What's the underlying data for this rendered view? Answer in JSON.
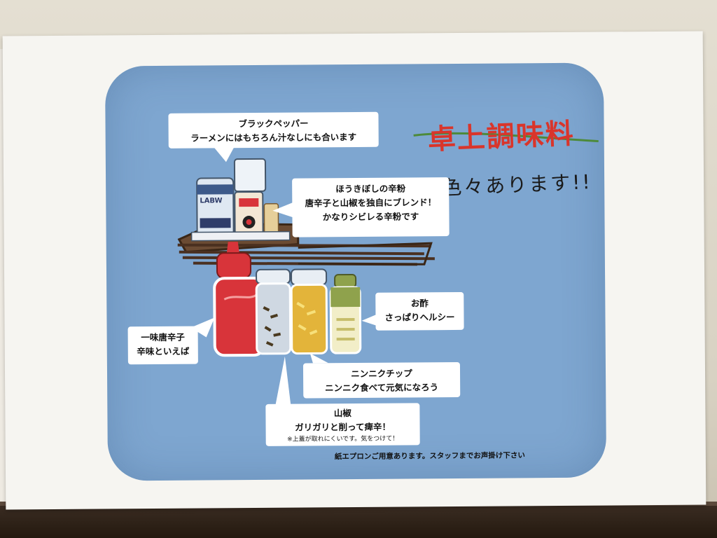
{
  "title": {
    "main": "卓上調味料",
    "sub": "色々あります!!"
  },
  "bubbles": {
    "black_pepper": {
      "name": "ブラックペッパー",
      "desc": "ラーメンにはもちろん汁なしにも合います"
    },
    "houkiboshi": {
      "name": "ほうきぼしの辛粉",
      "desc1": "唐辛子と山椒を独自にブレンド！",
      "desc2": "かなりシビレる辛粉です"
    },
    "vinegar": {
      "name": "お酢",
      "desc": "さっぱりヘルシー"
    },
    "ichimi": {
      "name": "一味唐辛子",
      "desc": "辛味といえば"
    },
    "garlic": {
      "name": "ニンニクチップ",
      "desc": "ニンニク食べて元気になろう"
    },
    "sansho": {
      "name": "山椒",
      "desc": "ガリガリと削って痺辛！",
      "note": "※上蓋が取れにくいです。気をつけて！"
    }
  },
  "jar_label": "LABW",
  "footer": "紙エプロンご用意あります。スタッフまでお声掛け下さい",
  "colors": {
    "panel": "#7ea6d0",
    "title_red": "#d9352b",
    "bottle_red": "#d8343a",
    "garlic_yellow": "#e3b43a",
    "vinegar_green": "#8fa24c"
  }
}
